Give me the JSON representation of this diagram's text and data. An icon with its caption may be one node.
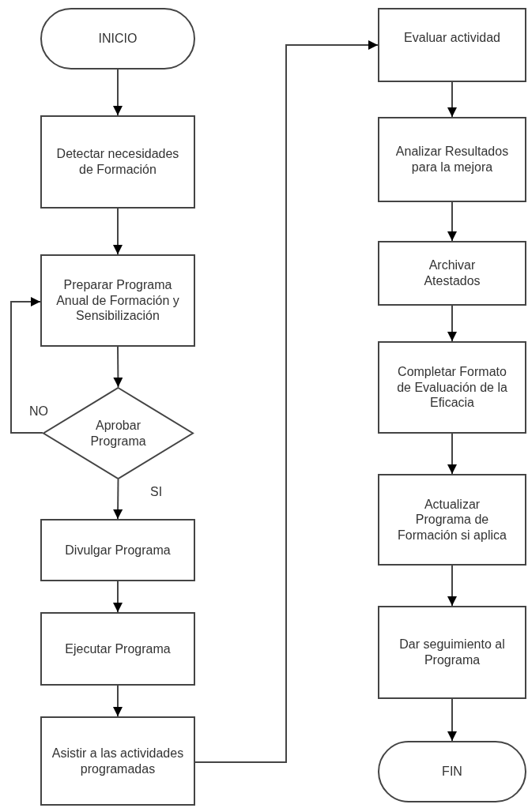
{
  "diagram": {
    "nodes": [
      {
        "text": [
          "INICIO"
        ]
      },
      {
        "text": [
          "Detectar necesidades de Formación"
        ]
      },
      {
        "text": [
          "Preparar Programa Anual de Formación y Sensibilización"
        ]
      },
      {
        "text": [
          "Aprobar Programa"
        ]
      },
      {
        "text": [
          "Divulgar Programa"
        ]
      },
      {
        "text": [
          "Ejecutar Programa"
        ]
      },
      {
        "text": [
          "Asistir a las actividades programadas"
        ]
      },
      {
        "text": [
          "Evaluar actividad"
        ]
      },
      {
        "text": [
          "Analizar Resultados para la mejora"
        ]
      },
      {
        "text": [
          "Archivar Atestados"
        ]
      },
      {
        "text": [
          "Completar Formato de Evaluación de la Eficacia"
        ]
      },
      {
        "text": [
          "Actualizar Programa de Formación si aplica"
        ]
      },
      {
        "text": [
          "Dar seguimiento al Programa"
        ]
      },
      {
        "text": [
          "FIN"
        ]
      }
    ],
    "edges": [
      {
        "from": 0,
        "to": 1,
        "arrow": "to"
      },
      {
        "from": 1,
        "to": 2,
        "arrow": "to"
      },
      {
        "from": 2,
        "to": 3,
        "arrow": "to"
      },
      {
        "from": 3,
        "to": 2,
        "arrow": "to",
        "label": "NO"
      },
      {
        "from": 3,
        "to": 4,
        "arrow": "to",
        "label": "SI"
      },
      {
        "from": 4,
        "to": 5,
        "arrow": "to"
      },
      {
        "from": 5,
        "to": 6,
        "arrow": "to"
      },
      {
        "from": 6,
        "to": 7,
        "arrow": "to"
      },
      {
        "from": 7,
        "to": 8,
        "arrow": "to"
      },
      {
        "from": 8,
        "to": 9,
        "arrow": "to"
      },
      {
        "from": 9,
        "to": 10,
        "arrow": "to"
      },
      {
        "from": 10,
        "to": 11,
        "arrow": "to"
      },
      {
        "from": 11,
        "to": 12,
        "arrow": "to"
      },
      {
        "from": 12,
        "to": 13,
        "arrow": "to"
      }
    ]
  }
}
